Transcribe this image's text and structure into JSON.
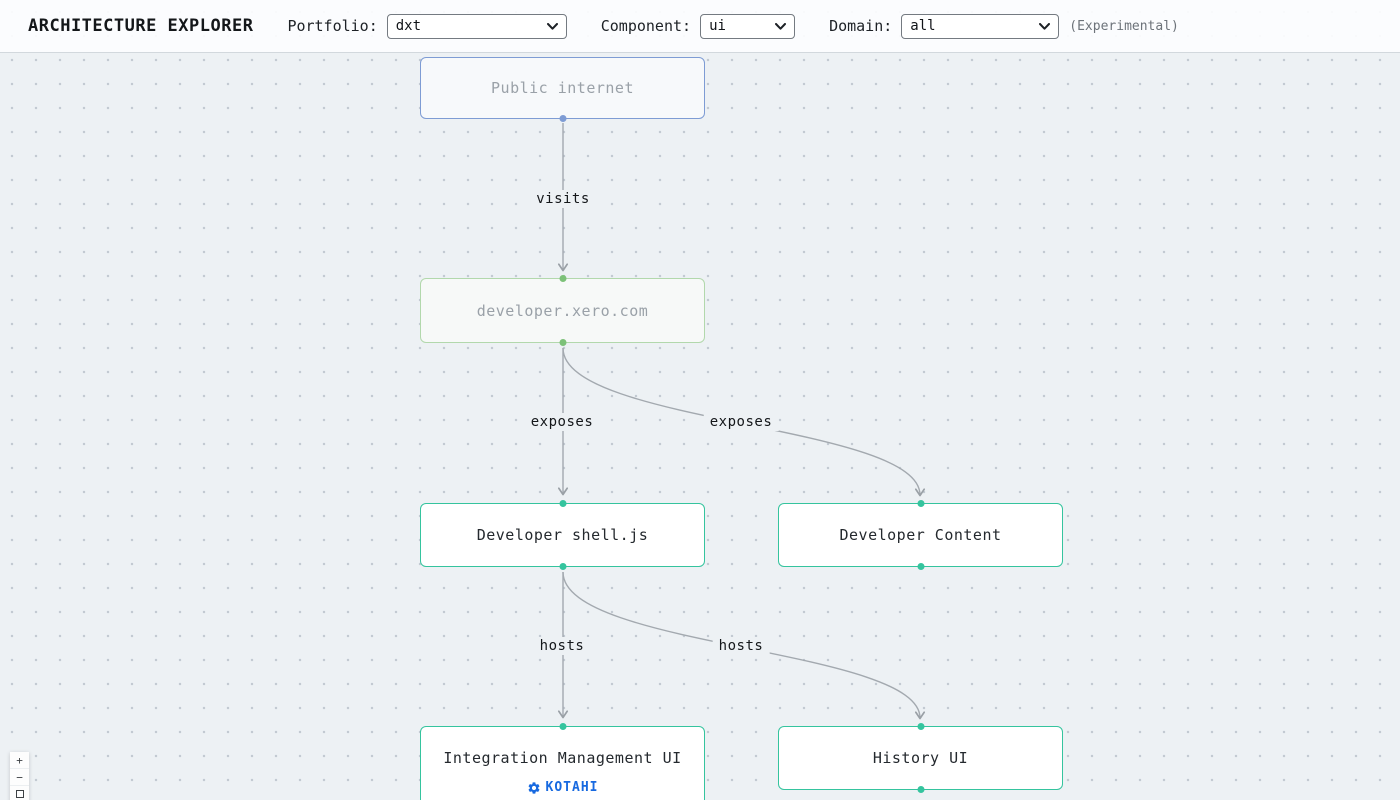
{
  "header": {
    "title": "ARCHITECTURE EXPLORER",
    "filters": [
      {
        "id": "portfolio",
        "label": "Portfolio:",
        "value": "dxt"
      },
      {
        "id": "component",
        "label": "Component:",
        "value": "ui"
      },
      {
        "id": "domain",
        "label": "Domain:",
        "value": "all"
      }
    ],
    "experimental": "(Experimental)"
  },
  "diagram": {
    "nodes": [
      {
        "id": "public-internet",
        "label": "Public internet",
        "style": "muted-blue",
        "accent": "#7e9cd4"
      },
      {
        "id": "developer-xero-com",
        "label": "developer.xero.com",
        "style": "muted-green",
        "accent": "#b2d8ac"
      },
      {
        "id": "developer-shell-js",
        "label": "Developer shell.js",
        "style": "active-teal",
        "accent": "#35c49e"
      },
      {
        "id": "developer-content",
        "label": "Developer Content",
        "style": "active-teal",
        "accent": "#35c49e"
      },
      {
        "id": "integration-management-ui",
        "label": "Integration Management UI",
        "style": "active-teal",
        "accent": "#35c49e",
        "badge": "KOTAHI"
      },
      {
        "id": "history-ui",
        "label": "History UI",
        "style": "active-teal",
        "accent": "#35c49e"
      }
    ],
    "edges": [
      {
        "from": "public-internet",
        "to": "developer-xero-com",
        "label": "visits"
      },
      {
        "from": "developer-xero-com",
        "to": "developer-shell-js",
        "label": "exposes"
      },
      {
        "from": "developer-xero-com",
        "to": "developer-content",
        "label": "exposes"
      },
      {
        "from": "developer-shell-js",
        "to": "integration-management-ui",
        "label": "hosts"
      },
      {
        "from": "developer-shell-js",
        "to": "history-ui",
        "label": "hosts"
      }
    ],
    "edge_color": "#a3a9af",
    "label_color": "#14171a",
    "canvas_background": "#edf1f4",
    "badge_color": "#1769e0"
  },
  "controls": {
    "zoom_in": "+",
    "zoom_out": "−",
    "fit_view_icon": "fit-view"
  }
}
